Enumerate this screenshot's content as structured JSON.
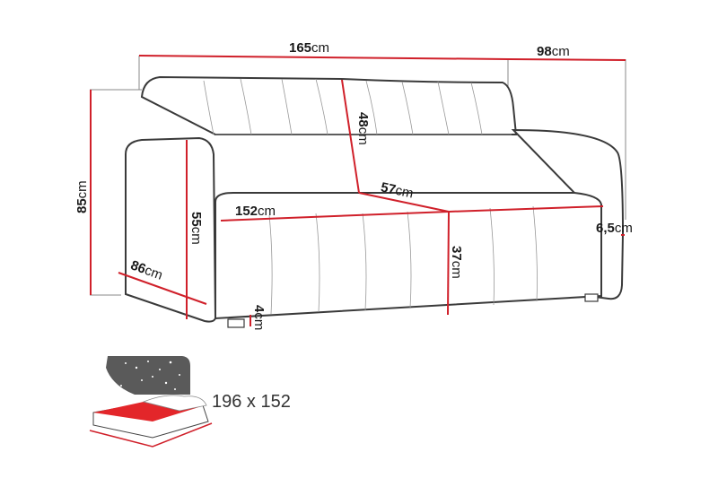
{
  "diagram": {
    "subject": "sofa bed dimensions",
    "unit": "cm",
    "dimensions": {
      "total_width": {
        "value": "165",
        "unit": "cm"
      },
      "total_depth": {
        "value": "98",
        "unit": "cm"
      },
      "total_height": {
        "value": "85",
        "unit": "cm"
      },
      "backrest_height": {
        "value": "48",
        "unit": "cm"
      },
      "seat_width": {
        "value": "152",
        "unit": "cm"
      },
      "seat_depth": {
        "value": "57",
        "unit": "cm"
      },
      "armrest_height": {
        "value": "55",
        "unit": "cm"
      },
      "armrest_depth": {
        "value": "86",
        "unit": "cm"
      },
      "seat_height": {
        "value": "37",
        "unit": "cm"
      },
      "leg_height": {
        "value": "4",
        "unit": "cm"
      },
      "cushion_thickness": {
        "value": "6,5",
        "unit": "cm"
      }
    },
    "sleeping_area": {
      "label": "196 x 152",
      "icon": "bed-night-icon"
    },
    "colors": {
      "dimension_line": "#d0202a",
      "outline": "#3a3a3a",
      "guide": "#888888",
      "night_sky": "#5a5a5a",
      "mattress": "#e3262a"
    }
  }
}
